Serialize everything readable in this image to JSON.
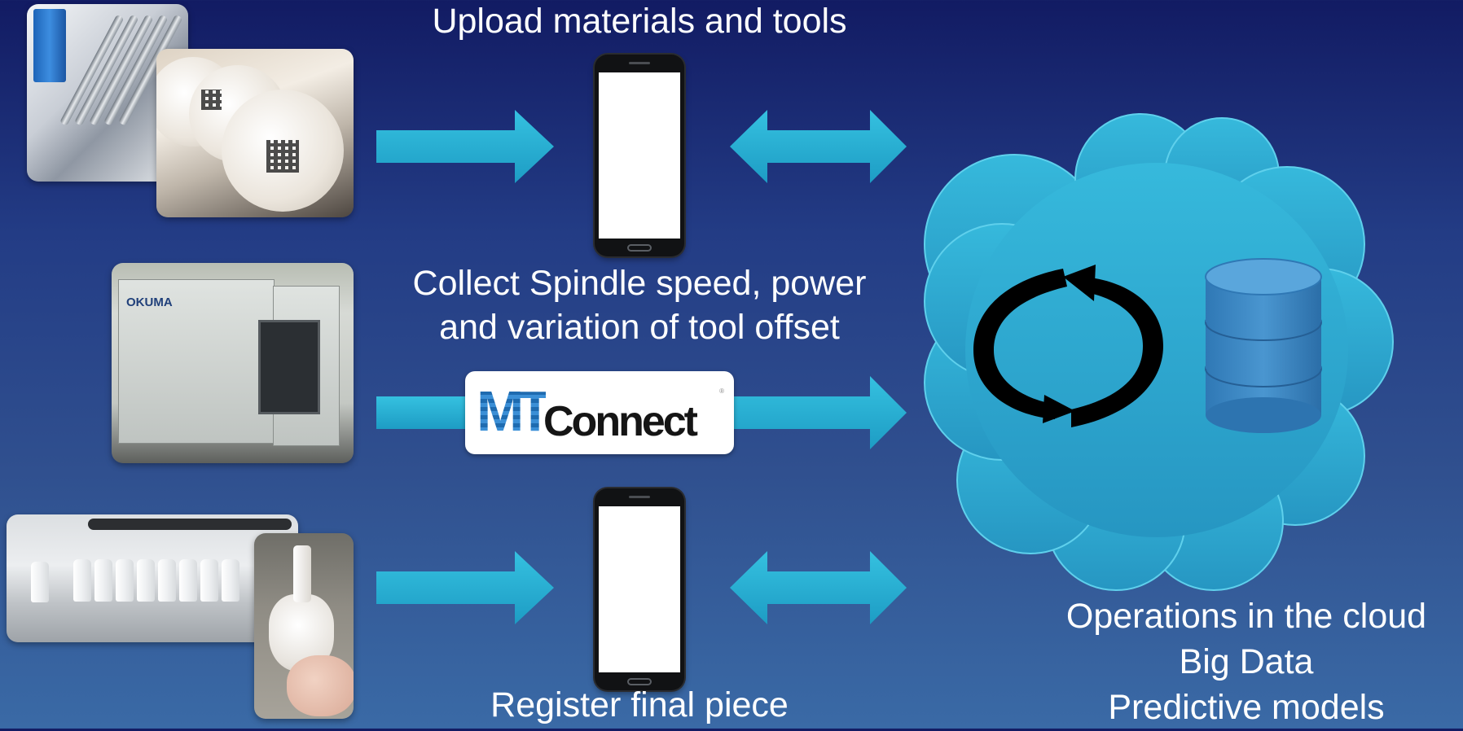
{
  "labels": {
    "upload": "Upload materials and tools",
    "collect_line1": "Collect Spindle speed, power",
    "collect_line2": "and variation of tool offset",
    "register": "Register final piece",
    "cloud_line1": "Operations in the cloud",
    "cloud_line2": "Big Data",
    "cloud_line3": "Predictive models"
  },
  "logo": {
    "mt": "MT",
    "connect": "Connect",
    "reg_mark": "®"
  },
  "machine_brand": "OKUMA",
  "colors": {
    "arrow": "#2ab4d6",
    "cloud": "#2faed4",
    "database": "#3d85c4",
    "cycle": "#000000",
    "text": "#ffffff"
  },
  "icons": {
    "cycle": "refresh-cycle-icon",
    "database": "database-icon",
    "cloud": "cloud-shape",
    "phone": "smartphone-icon"
  }
}
